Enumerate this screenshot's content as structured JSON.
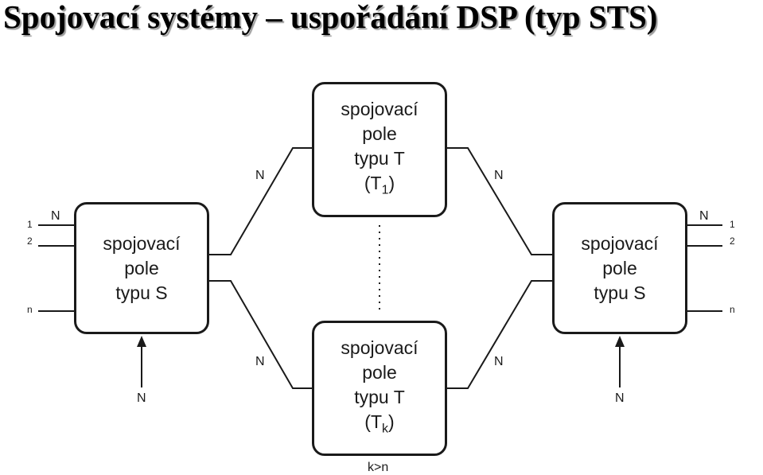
{
  "title": "Spojovací systémy – uspořádání DSP (typ STS)",
  "blocks": {
    "s_left": {
      "lines": [
        "spojovací",
        "pole",
        "typu S"
      ]
    },
    "t1": {
      "lines": [
        "spojovací",
        "pole",
        "typu T"
      ],
      "index_prefix": "(T",
      "index_sub": "1",
      "index_suffix": ")"
    },
    "tk": {
      "lines": [
        "spojovací",
        "pole",
        "typu T"
      ],
      "index_prefix": "(T",
      "index_sub": "k",
      "index_suffix": ")"
    },
    "s_right": {
      "lines": [
        "spojovací",
        "pole",
        "typu S"
      ]
    }
  },
  "labels": {
    "n_left_inputs": "N",
    "n_right_outputs": "N",
    "n_left_upper": "N",
    "n_left_lower": "N",
    "n_right_upper": "N",
    "n_right_lower": "N",
    "n_control_left": "N",
    "n_control_right": "N",
    "condition": "k>n"
  },
  "pins": {
    "first": "1",
    "second": "2",
    "last": "n"
  }
}
